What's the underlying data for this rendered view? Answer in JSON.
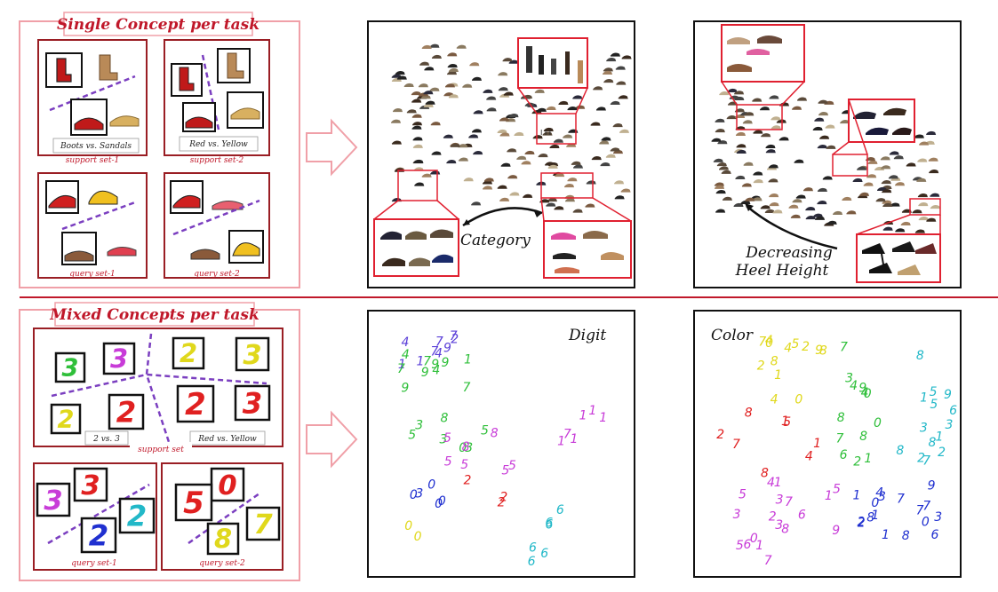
{
  "top_row": {
    "title": "Single Concept per task",
    "support_sets": [
      {
        "comparison": "Boots vs. Sandals",
        "label": "support set-1"
      },
      {
        "comparison": "Red vs. Yellow",
        "label": "support set-2"
      }
    ],
    "query_sets": [
      {
        "label": "query set-1"
      },
      {
        "label": "query set-2"
      }
    ],
    "plot1": {
      "annotation": "Category"
    },
    "plot2": {
      "annotation_line1": "Decreasing",
      "annotation_line2": "Heel Height"
    }
  },
  "bottom_row": {
    "title": "Mixed Concepts per task",
    "support_set": {
      "comparison_left": "2 vs. 3",
      "comparison_right": "Red vs. Yellow",
      "label": "support set",
      "digits": [
        {
          "d": "3",
          "color": "#2fbf3a"
        },
        {
          "d": "3",
          "color": "#c83cd8"
        },
        {
          "d": "2",
          "color": "#e0d81c"
        },
        {
          "d": "3",
          "color": "#e0d81c"
        },
        {
          "d": "2",
          "color": "#e0d81c"
        },
        {
          "d": "2",
          "color": "#e02020"
        },
        {
          "d": "2",
          "color": "#e02020"
        },
        {
          "d": "3",
          "color": "#e02020"
        }
      ]
    },
    "query_sets": [
      {
        "label": "query set-1",
        "digits": [
          {
            "d": "3",
            "color": "#e02020"
          },
          {
            "d": "3",
            "color": "#c83cd8"
          },
          {
            "d": "2",
            "color": "#22b8c8"
          },
          {
            "d": "2",
            "color": "#2030d0"
          }
        ]
      },
      {
        "label": "query set-2",
        "digits": [
          {
            "d": "0",
            "color": "#e02020"
          },
          {
            "d": "5",
            "color": "#e02020"
          },
          {
            "d": "8",
            "color": "#e0d81c"
          },
          {
            "d": "7",
            "color": "#e0d81c"
          }
        ]
      }
    ],
    "plot1": {
      "annotation": "Digit"
    },
    "plot2": {
      "annotation": "Color"
    }
  },
  "digit_colors": {
    "green": "#2fbf3a",
    "magenta": "#c83cd8",
    "yellow": "#e0d81c",
    "red": "#e02020",
    "cyan": "#22b8c8",
    "blue": "#2030d0"
  },
  "digit_plot": {
    "clusters": [
      {
        "color": "#5a3fd8",
        "digits": "447191772"
      },
      {
        "color": "#2fbf3a",
        "digits": "4477199979"
      },
      {
        "color": "#c83cd8",
        "digits": "711111"
      },
      {
        "color": "#2fbf3a",
        "digits": "3385053"
      },
      {
        "color": "#c83cd8",
        "digits": "5858555"
      },
      {
        "color": "#2030d0",
        "digits": "00300"
      },
      {
        "color": "#e0d81c",
        "digits": "00"
      },
      {
        "color": "#22b8c8",
        "digits": "666666"
      },
      {
        "color": "#e02020",
        "digits": "222"
      }
    ]
  },
  "color_plot": {
    "clusters": [
      {
        "color": "#e0d81c",
        "digits": "4070851289424"
      },
      {
        "color": "#2fbf3a",
        "digits": "4782046738910"
      },
      {
        "color": "#22b8c8",
        "digits": "85329327886511"
      },
      {
        "color": "#e02020",
        "digits": "42815781"
      },
      {
        "color": "#c83cd8",
        "digits": "301761295734585316"
      },
      {
        "color": "#2030d0",
        "digits": "97378617128043012"
      }
    ]
  }
}
